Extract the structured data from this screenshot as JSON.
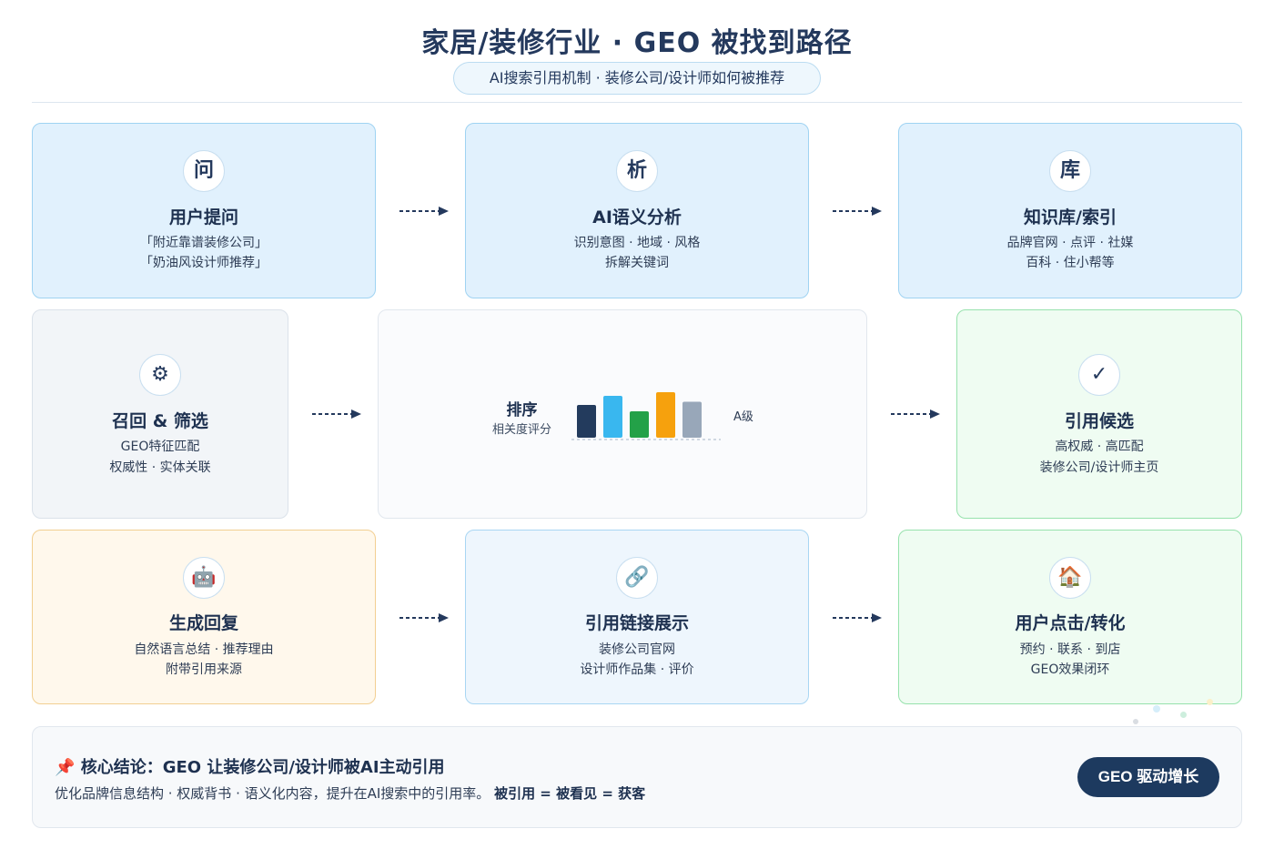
{
  "header": {
    "title": "家居/装修行业 · GEO 被找到路径",
    "subtitle": "AI搜索引用机制 · 装修公司/设计师如何被推荐"
  },
  "steps": [
    {
      "icon": "问",
      "icon_name": "question-char-icon",
      "title": "用户提问",
      "lines": [
        "「附近靠谱装修公司」",
        "「奶油风设计师推荐」"
      ]
    },
    {
      "icon": "析",
      "icon_name": "analyze-char-icon",
      "title": "AI语义分析",
      "lines": [
        "识别意图 · 地域 · 风格",
        "拆解关键词"
      ]
    },
    {
      "icon": "库",
      "icon_name": "library-char-icon",
      "title": "知识库/索引",
      "lines": [
        "品牌官网 · 点评 · 社媒",
        "百科 · 住小帮等"
      ]
    },
    {
      "icon": "⚙",
      "icon_name": "gear-icon",
      "title": "召回 & 筛选",
      "lines": [
        "GEO特征匹配",
        "权威性 · 实体关联"
      ]
    },
    {
      "icon": "✓",
      "icon_name": "checkmark-icon",
      "title": "引用候选",
      "lines": [
        "高权威 · 高匹配",
        "装修公司/设计师主页"
      ]
    },
    {
      "icon": "🤖",
      "icon_name": "robot-icon",
      "title": "生成回复",
      "lines": [
        "自然语言总结 · 推荐理由",
        "附带引用来源"
      ]
    },
    {
      "icon": "🔗",
      "icon_name": "link-icon",
      "title": "引用链接展示",
      "lines": [
        "装修公司官网",
        "设计师作品集 · 评价"
      ]
    },
    {
      "icon": "🏠",
      "icon_name": "house-icon",
      "title": "用户点击/转化",
      "lines": [
        "预约 · 联系 · 到店",
        "GEO效果闭环"
      ]
    }
  ],
  "ranking": {
    "title": "排序",
    "subtitle": "相关度评分",
    "level_label": "A级",
    "bar_values": [
      0.72,
      0.92,
      0.58,
      1.0,
      0.79
    ],
    "bar_colors": [
      "#233b5d",
      "#39b7ef",
      "#23a148",
      "#f6a10d",
      "#98a7b9"
    ]
  },
  "summary": {
    "icon": "📌",
    "icon_name": "pin-icon",
    "title": "核心结论：GEO 让装修公司/设计师被AI主动引用",
    "text_plain": "优化品牌信息结构 · 权威背书 · 语义化内容，提升在AI搜索中的引用率。",
    "text_bold": "被引用 = 被看见 = 获客",
    "cta_label": "GEO 驱动增长"
  },
  "colors": {
    "primary": "#1d3a5f",
    "blue_card": "#e1f1fd",
    "green_card": "#effcf2",
    "orange_card": "#fff8ec",
    "arrow": "#24395d"
  }
}
